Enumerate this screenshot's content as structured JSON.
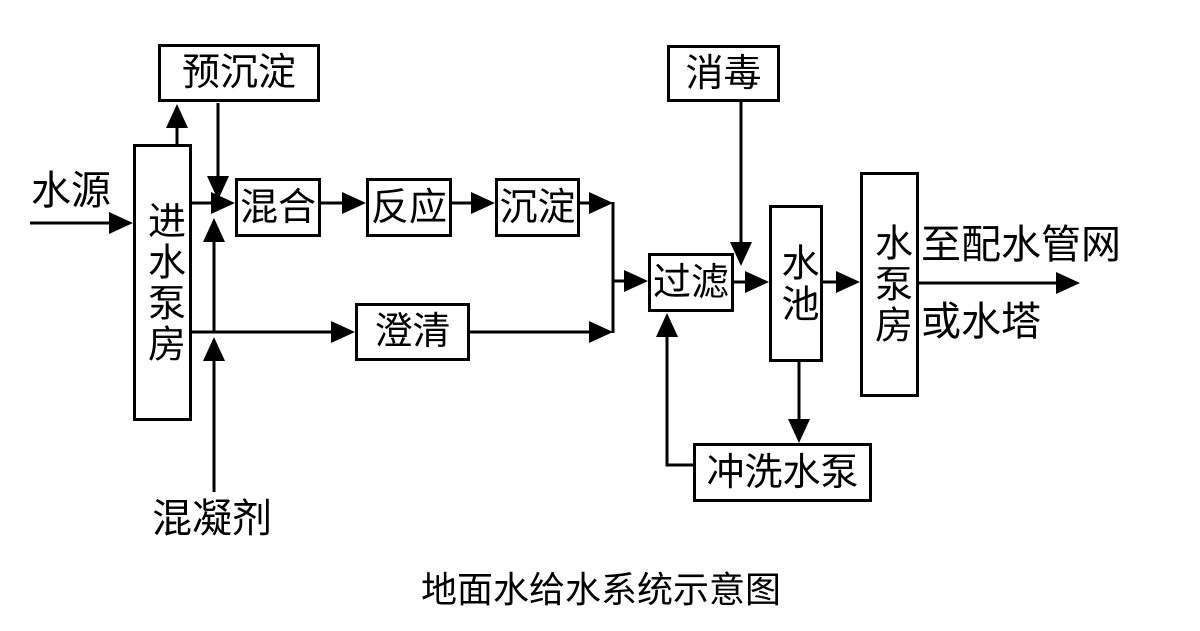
{
  "title": "地面水给水系统示意图",
  "nodes": {
    "pre_sedimentation": "预沉淀",
    "intake_pump_house": "进水泵房",
    "mixing": "混合",
    "reaction": "反应",
    "sedimentation": "沉淀",
    "clarification": "澄清",
    "disinfection": "消毒",
    "filtration": "过滤",
    "water_tank": "水池",
    "pump_house": "水泵房",
    "backwash_pump": "冲洗水泵"
  },
  "labels": {
    "water_source": "水源",
    "coagulant": "混凝剂",
    "to_distribution_network": "至配水管网",
    "or_water_tower": "或水塔"
  },
  "colors": {
    "line": "#000000",
    "background": "#ffffff"
  }
}
